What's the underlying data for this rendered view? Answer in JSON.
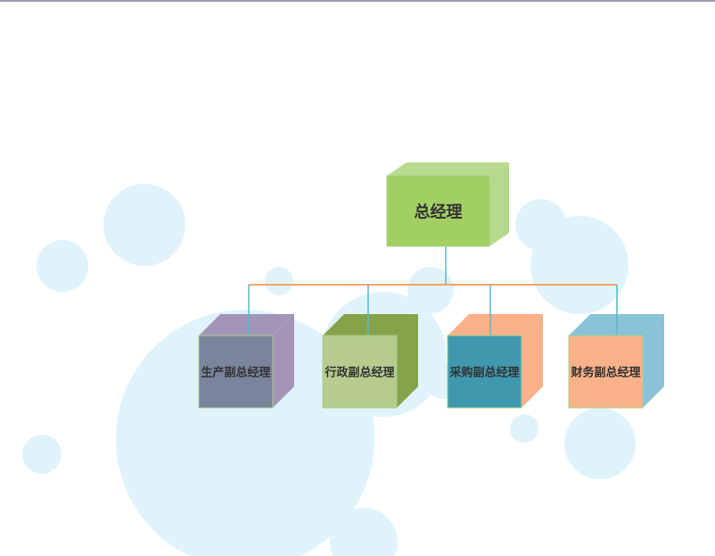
{
  "root": {
    "label": "总经理",
    "front": "#a2cf62",
    "top": "#b8da8e",
    "side": "#b6da8c"
  },
  "children": [
    {
      "label": "生产副总经理",
      "front": "#7a849c",
      "top": "#a394b8",
      "side": "#a394b8"
    },
    {
      "label": "行政副总经理",
      "front": "#b5cc8e",
      "top": "#86a34a",
      "side": "#86a34a"
    },
    {
      "label": "采购副总经理",
      "front": "#3f98ad",
      "top": "#f9b189",
      "side": "#f9b189"
    },
    {
      "label": "财务副总经理",
      "front": "#f9b189",
      "top": "#8ac3d6",
      "side": "#8ac3d6"
    }
  ],
  "colors": {
    "bubble": "#e0f3fa",
    "connector_h": "#f4a46a",
    "connector_v": "#5bb8cc"
  }
}
